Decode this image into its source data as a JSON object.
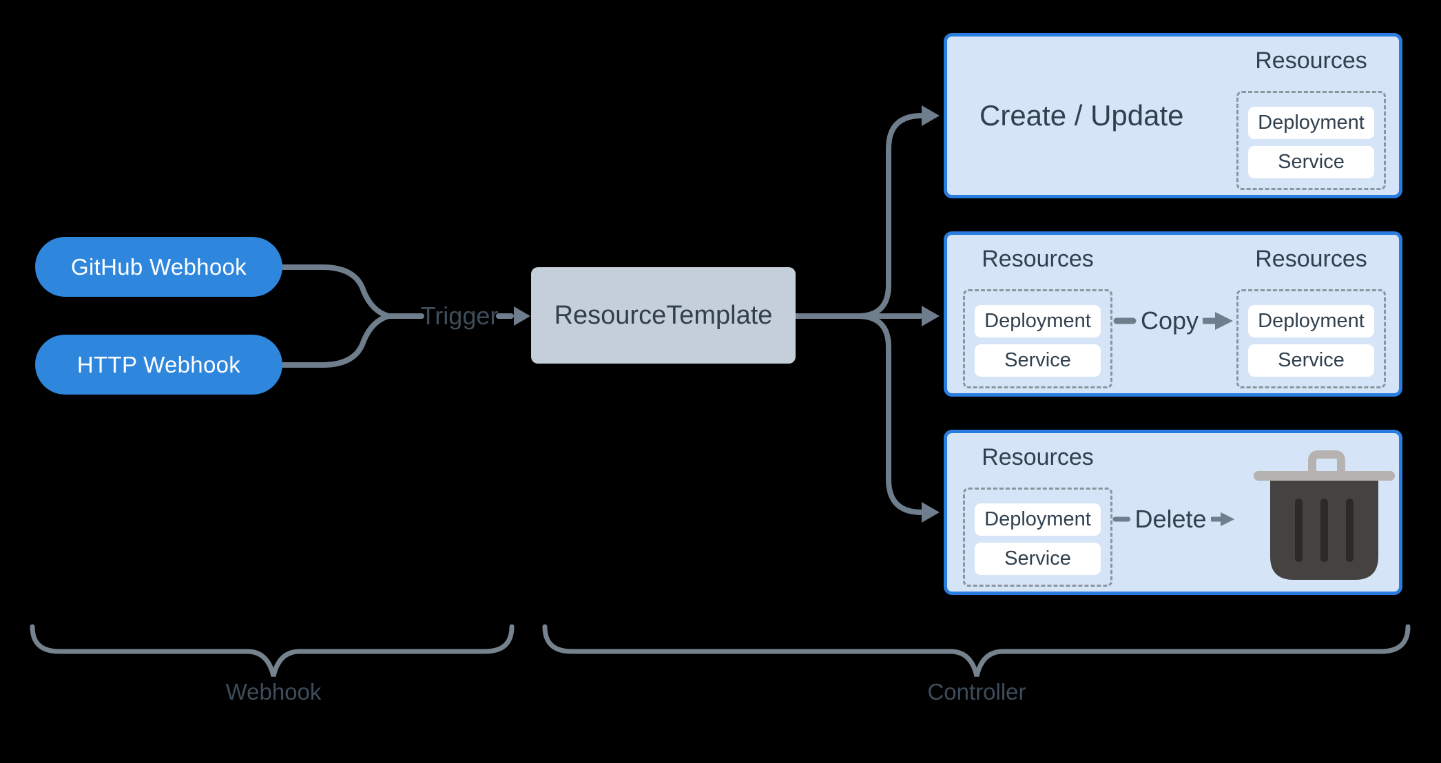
{
  "diagram": {
    "webhooks": {
      "github_label": "GitHub Webhook",
      "http_label": "HTTP Webhook"
    },
    "trigger_label": "Trigger",
    "template_label": "ResourceTemplate",
    "create_update": {
      "title": "Create / Update",
      "resources_title": "Resources",
      "items": [
        "Deployment",
        "Service"
      ]
    },
    "copy": {
      "source_title": "Resources",
      "target_title": "Resources",
      "action_label": "Copy",
      "source_items": [
        "Deployment",
        "Service"
      ],
      "target_items": [
        "Deployment",
        "Service"
      ]
    },
    "delete": {
      "resources_title": "Resources",
      "action_label": "Delete",
      "items": [
        "Deployment",
        "Service"
      ],
      "icon": "trash-icon"
    },
    "groups": {
      "webhook_label": "Webhook",
      "controller_label": "Controller"
    },
    "colors": {
      "background": "#000000",
      "webhook_pill_blue": "#2f86dd",
      "action_box_fill": "#d5e4f6",
      "action_box_border": "#2a7de0",
      "template_fill": "#c5cfd9",
      "connector_gray": "#6f7e8c",
      "brace_gray": "#76838f",
      "label_slate": "#3e4d5b",
      "text_dark": "#31404e",
      "dashed_border": "#8b959f",
      "resource_pill_white": "#ffffff",
      "trash_lid_gray": "#b5b2af",
      "trash_body_gray": "#454341"
    }
  }
}
